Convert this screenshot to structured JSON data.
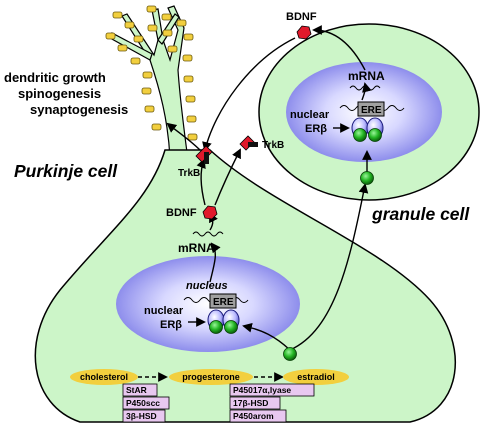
{
  "colors": {
    "cell_fill": "#ccf5c8",
    "cell_stroke": "#000000",
    "nucleus_core": "#f4f4ff",
    "nucleus_edge": "#7f7fe8",
    "gold": "#f2cf3e",
    "enzyme_fill": "#e8c8f0",
    "ere_fill": "#a0a0a0",
    "receptor_green": "#23b623",
    "bdnf_red": "#e0192b"
  },
  "labels": {
    "dendritic_lines": [
      "dendritic growth",
      "spinogenesis",
      "synaptogenesis"
    ],
    "purkinje": "Purkinje cell",
    "granule": "granule cell",
    "trkb_left": "TrkB",
    "trkb_right": "TrkB",
    "bdnf_mid": "BDNF",
    "bdnf_top": "BDNF",
    "mrna_purkinje": "mRNA",
    "mrna_granule": "mRNA",
    "nucleus": "nucleus",
    "nuclear_word": "nuclear",
    "er_beta": "ERβ",
    "ere": "ERE"
  },
  "pathway": {
    "cholesterol": "cholesterol",
    "progesterone": "progesterone",
    "estradiol": "estradiol",
    "enzymes_step1": [
      "StAR",
      "P450scc",
      "3β-HSD"
    ],
    "enzymes_step2": [
      "P45017α,lyase",
      "17β-HSD",
      "P450arom"
    ]
  }
}
